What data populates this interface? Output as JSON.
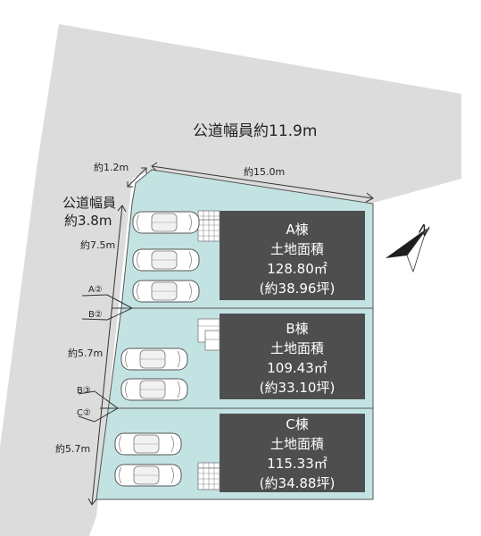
{
  "roads": {
    "main_road_label": "公道幅員約11.9m",
    "side_road_label_line1": "公道幅員",
    "side_road_label_line2": "約3.8m"
  },
  "dimensions": {
    "top_length": "約15.0m",
    "top_left_width": "約1.2m",
    "west_a": "約7.5m",
    "west_b": "約5.7m",
    "west_c": "約5.7m"
  },
  "markers": [
    "A②",
    "B②",
    "B③",
    "C②"
  ],
  "compass": {
    "north_label": "N"
  },
  "lots": [
    {
      "name": "A棟",
      "area_label": "土地面積",
      "area_m2": "128.80㎡",
      "area_tsubo": "(約38.96坪)"
    },
    {
      "name": "B棟",
      "area_label": "土地面積",
      "area_m2": "109.43㎡",
      "area_tsubo": "(約33.10坪)"
    },
    {
      "name": "C棟",
      "area_label": "土地面積",
      "area_m2": "115.33㎡",
      "area_tsubo": "(約34.88坪)"
    }
  ],
  "colors": {
    "road": "#dcdcdc",
    "site": "#c3e3e3",
    "building": "#4e4e4e",
    "line": "#444444"
  }
}
